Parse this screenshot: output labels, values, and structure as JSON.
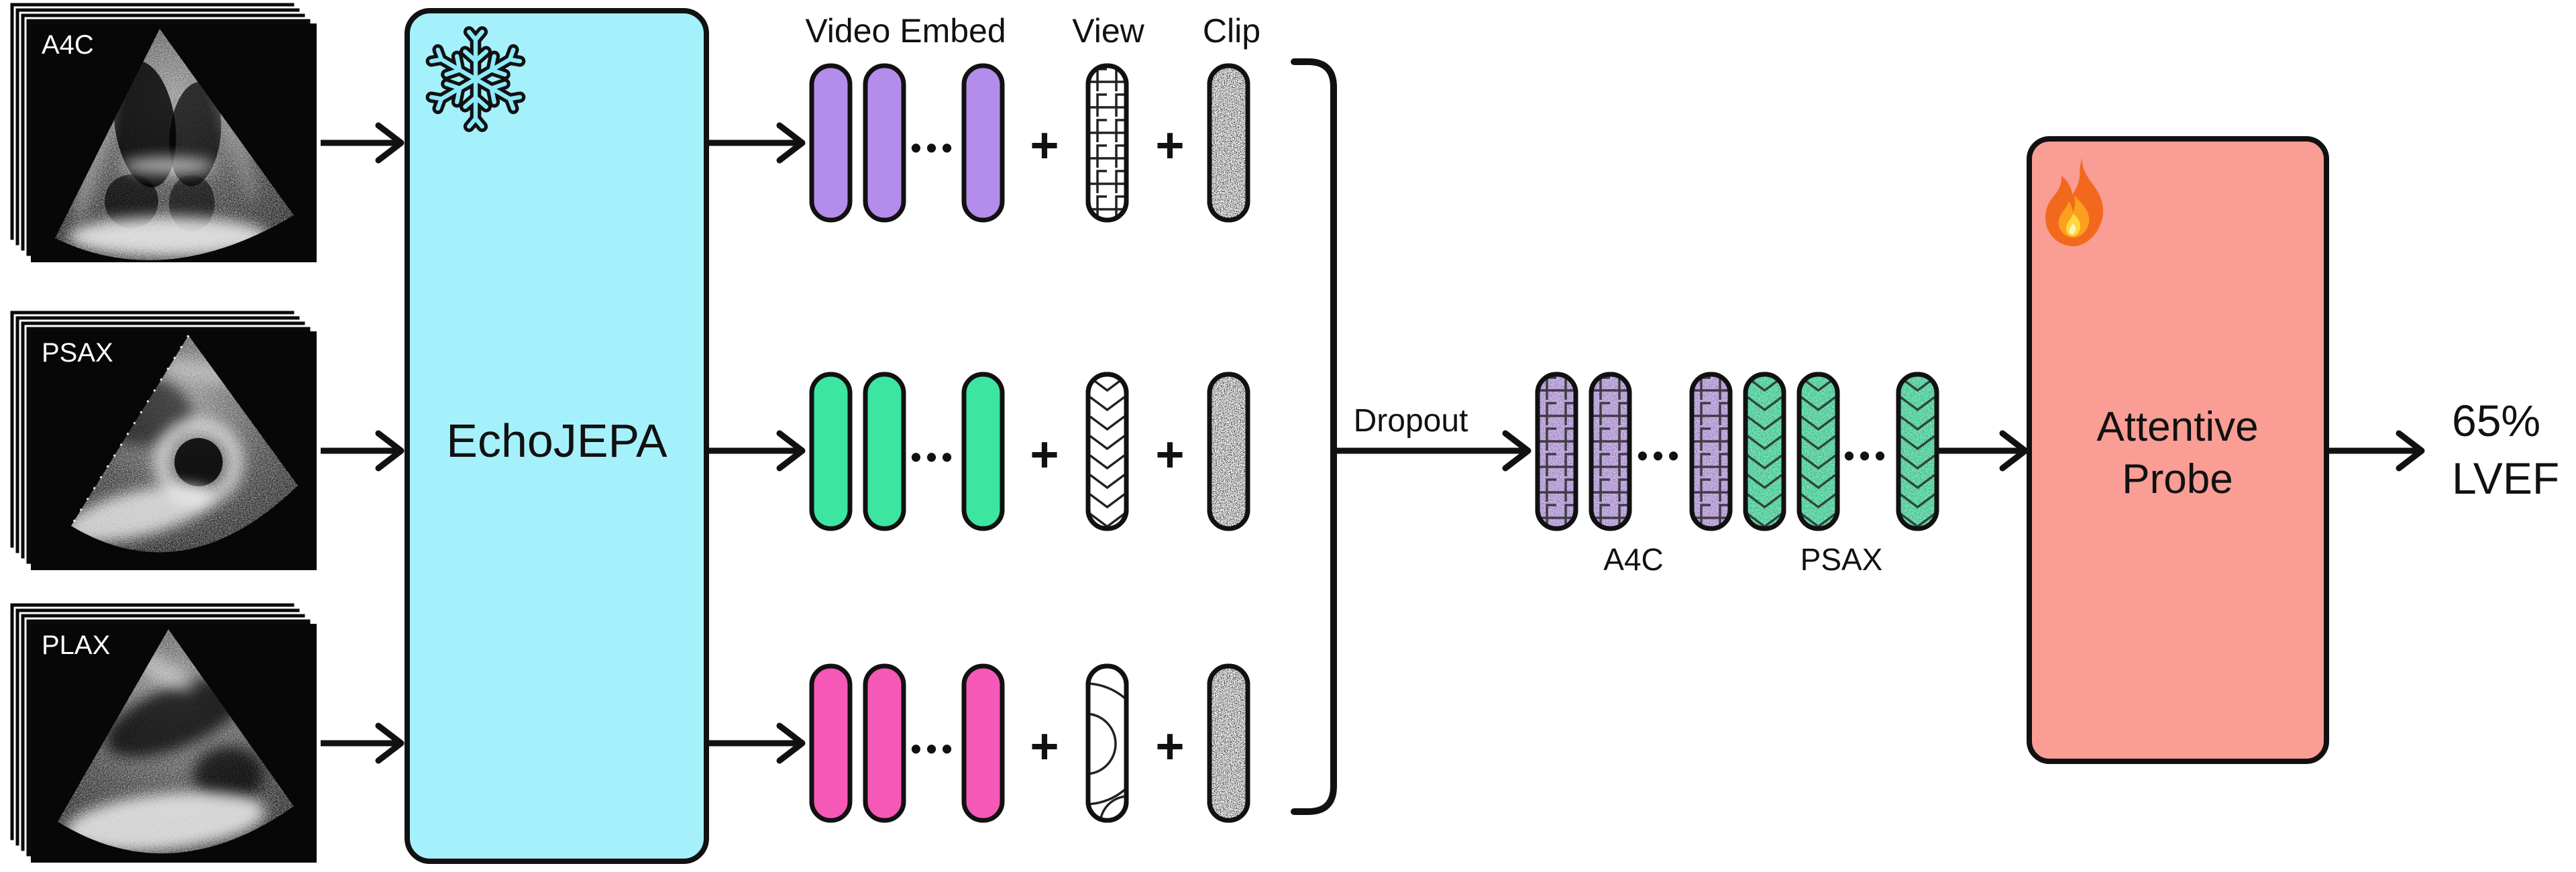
{
  "colors": {
    "ink": "#111111",
    "encoder_fill": "#a5f1fb",
    "encoder_icon": "#8deafa",
    "probe_fill": "#f99d95",
    "purple": "#b48ceb",
    "green": "#3ce5a0",
    "pink": "#f558b6",
    "token_purple": "#c5a7ee",
    "token_green": "#4de7a9"
  },
  "inputs": [
    {
      "label": "A4C"
    },
    {
      "label": "PSAX"
    },
    {
      "label": "PLAX"
    }
  ],
  "encoder": {
    "label": "EchoJEPA",
    "icon": "snowflake-icon"
  },
  "embeds": {
    "video_embed_label": "Video Embed",
    "view_label": "View",
    "clip_label": "Clip",
    "plus": "+",
    "ellipsis": "•••"
  },
  "dropout": {
    "label": "Dropout"
  },
  "tokens": {
    "ellipsis": "•••",
    "groups": [
      {
        "label": "A4C"
      },
      {
        "label": "PSAX"
      }
    ]
  },
  "probe": {
    "label": "Attentive Probe",
    "icon": "fire-icon"
  },
  "output": {
    "value": "65%",
    "metric": "LVEF"
  }
}
